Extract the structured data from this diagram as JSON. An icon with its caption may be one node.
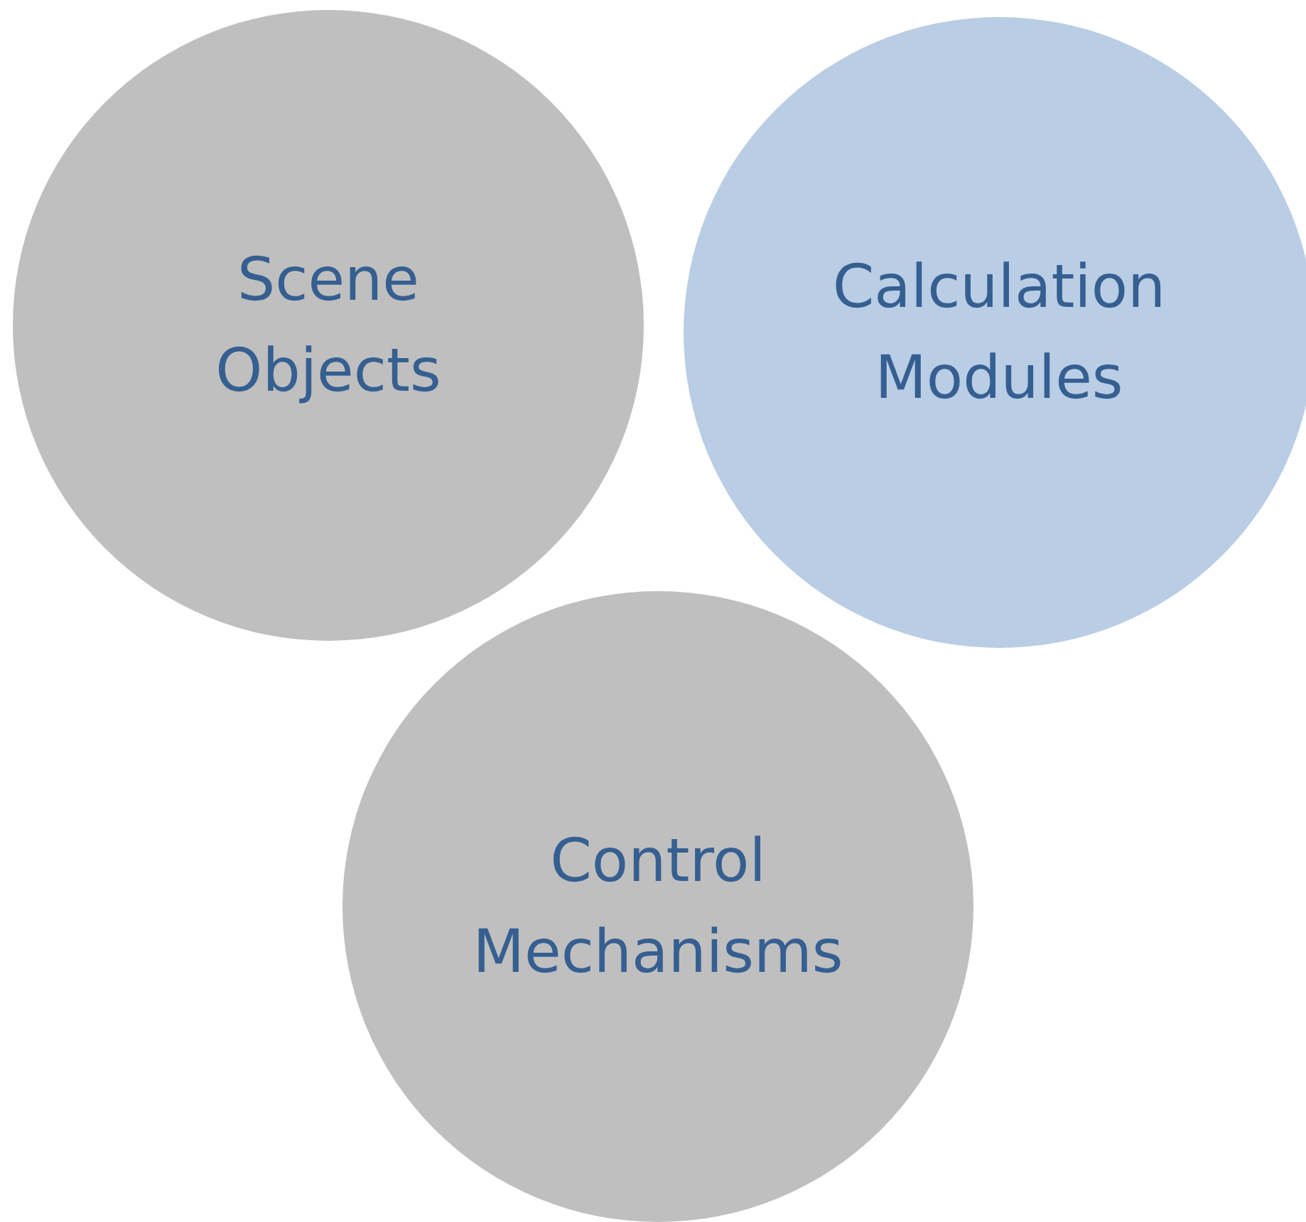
{
  "diagram": {
    "nodes": [
      {
        "text": [
          "Scene Objects"
        ]
      },
      {
        "text": [
          "Calculation Modules"
        ]
      },
      {
        "text": [
          "Control Mechanisms"
        ]
      }
    ]
  }
}
